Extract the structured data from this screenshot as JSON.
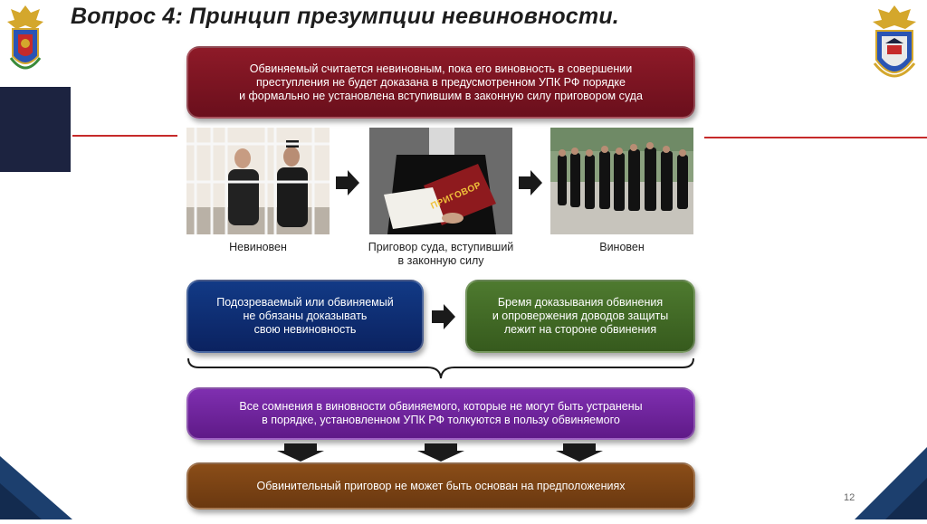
{
  "header": {
    "title": "Вопрос 4: Принцип презумпции невиновности."
  },
  "colors": {
    "navy_accent": "#1c2340",
    "rule_red": "#c62a2a",
    "maroon": "#7a1322",
    "navy": "#0f2f74",
    "green": "#446b27",
    "purple": "#6f239c",
    "brown": "#7a4214"
  },
  "icons": {
    "left_emblem": "police-eagle-emblem",
    "right_emblem": "academy-emblem",
    "arrow": "arrow-right"
  },
  "definition_box": {
    "text": "Обвиняемый считается невиновным, пока его виновность в совершении\nпреступления не будет доказана в предусмотренном УПК РФ порядке\nи формально не установлена вступившим в законную силу приговором суда"
  },
  "stages": [
    {
      "caption": "Невиновен"
    },
    {
      "caption": "Приговор суда, вступивший\nв законную силу"
    },
    {
      "caption": "Виновен"
    }
  ],
  "book_label": "ПРИГОВОР",
  "middle_row": {
    "left_box": "Подозреваемый или обвиняемый\nне обязаны доказывать\nсвою невиновность",
    "right_box": "Бремя доказывания обвинения\nи опровержения  доводов защиты\nлежит на стороне обвинения"
  },
  "doubts_box": {
    "text": "Все сомнения в виновности обвиняемого, которые не могут быть устранены\nв порядке, установленном УПК РФ толкуются в пользу обвиняемого"
  },
  "conclusion_box": {
    "text": "Обвинительный приговор не может быть основан на предположениях"
  },
  "footer": {
    "page_number": "12"
  }
}
